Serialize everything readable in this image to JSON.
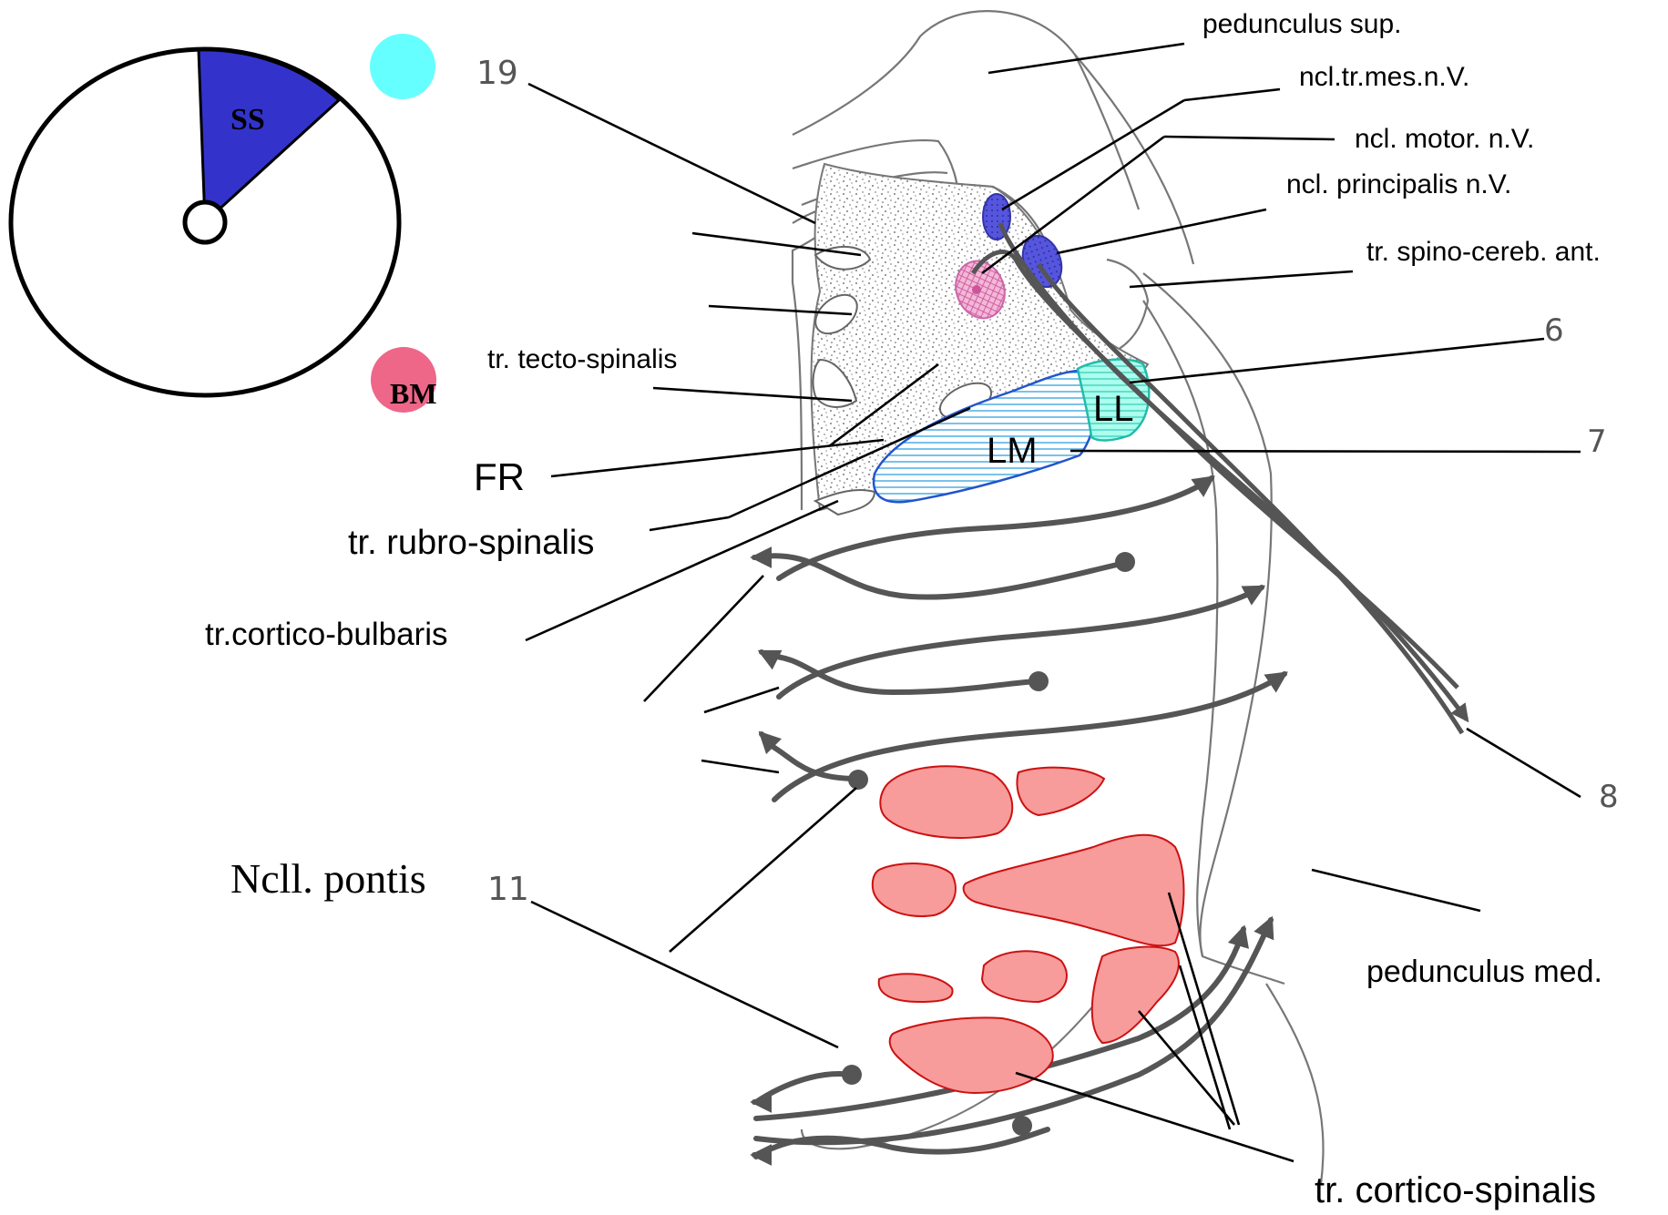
{
  "legend": {
    "sector_label": "SS",
    "sector_color": "#3333cc",
    "dot_top_color": "#66ffff",
    "dot_bm_label": "BM",
    "dot_bm_color": "#ee6688"
  },
  "labels": {
    "pedunculus_sup": "pedunculus sup.",
    "ncl_tr_mes": "ncl.tr.mes.n.V.",
    "ncl_motor": "ncl. motor. n.V.",
    "ncl_principalis": "ncl. principalis n.V.",
    "tr_spino_cereb": "tr. spino-cereb. ant.",
    "tr_tecto_spinalis": "tr. tecto-spinalis",
    "fr": "FR",
    "tr_rubro_spinalis": "tr. rubro-spinalis",
    "tr_cortico_bulbaris": "tr.cortico-bulbaris",
    "ncll_pontis": "Ncll. pontis",
    "pedunculus_med": "pedunculus med.",
    "tr_cortico_spinalis": "tr. cortico-spinalis",
    "ll": "LL",
    "lm": "LM"
  },
  "numbers": {
    "n19": "19",
    "n6": "6",
    "n7": "7",
    "n8": "8",
    "n11": "11"
  },
  "colors": {
    "lemniscus_lateralis": "#99ffee",
    "lemniscus_medialis": "#88ddff",
    "nucleus_blue": "#3333cc",
    "nucleus_pink": "#f0a0cc",
    "nuclei_pontis": "#f79b9b"
  }
}
